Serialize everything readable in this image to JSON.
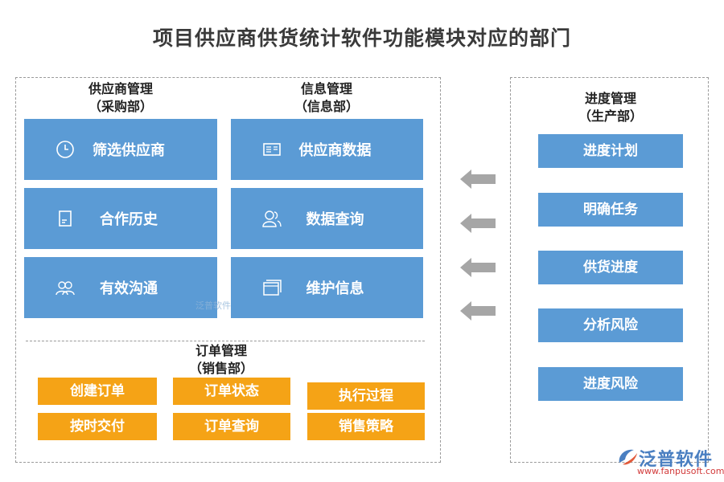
{
  "title": "项目供应商供货统计软件功能模块对应的部门",
  "supplier": {
    "heading": "供应商管理",
    "dept": "（采购部）",
    "items": [
      {
        "label": "筛选供应商",
        "icon": "clock-icon"
      },
      {
        "label": "合作历史",
        "icon": "document-icon"
      },
      {
        "label": "有效沟通",
        "icon": "people-icon"
      }
    ]
  },
  "info": {
    "heading": "信息管理",
    "dept": "（信息部）",
    "items": [
      {
        "label": "供应商数据",
        "icon": "id-card-icon"
      },
      {
        "label": "数据查询",
        "icon": "users-icon"
      },
      {
        "label": "维护信息",
        "icon": "windows-icon"
      }
    ]
  },
  "order": {
    "heading": "订单管理",
    "dept": "（销售部）",
    "items": [
      "创建订单",
      "订单状态",
      "执行过程",
      "按时交付",
      "订单查询",
      "销售策略"
    ]
  },
  "progress": {
    "heading": "进度管理",
    "dept": "（生产部）",
    "items": [
      "进度计划",
      "明确任务",
      "供货进度",
      "分析风险",
      "进度风险"
    ]
  },
  "watermark": "泛普软件",
  "logo": {
    "name": "泛普软件",
    "url": "www.fanpusoft.com"
  },
  "colors": {
    "blue": "#5b9bd5",
    "orange": "#f5a316",
    "arrow": "#a6a6a6"
  }
}
